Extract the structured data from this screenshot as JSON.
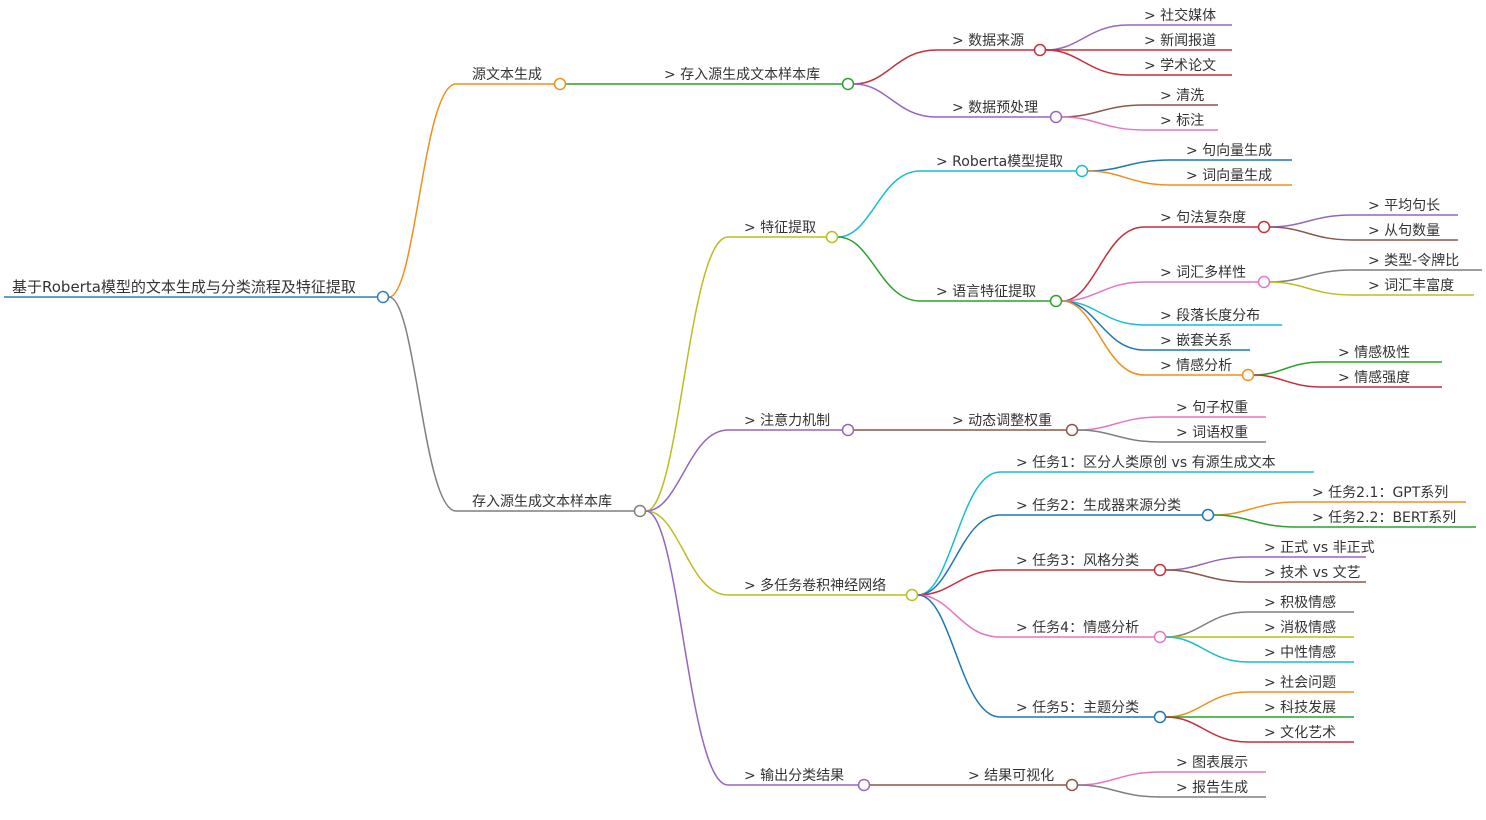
{
  "root": {
    "label": "基于Roberta模型的文本生成与分类流程及特征提取",
    "color": "#2f7fb8",
    "children": [
      {
        "label": "源文本生成",
        "color": "#f28e1e",
        "children": [
          {
            "label": "> 存入源生成文本样本库",
            "color": "#2ca02c",
            "children": [
              {
                "label": "> 数据来源",
                "color": "#c62f3b",
                "children": [
                  {
                    "label": "> 社交媒体",
                    "color": "#9467bd"
                  },
                  {
                    "label": "> 新闻报道",
                    "color": "#c62f3b"
                  },
                  {
                    "label": "> 学术论文",
                    "color": "#c62f3b"
                  }
                ]
              },
              {
                "label": "> 数据预处理",
                "color": "#9467bd",
                "children": [
                  {
                    "label": "> 清洗",
                    "color": "#8c564b"
                  },
                  {
                    "label": "> 标注",
                    "color": "#e377c2"
                  }
                ]
              }
            ]
          }
        ]
      },
      {
        "label": "存入源生成文本样本库",
        "color": "#7f7f7f",
        "children": [
          {
            "label": "> 特征提取",
            "color": "#bcbd22",
            "children": [
              {
                "label": "> Roberta模型提取",
                "color": "#17becf",
                "children": [
                  {
                    "label": "> 句向量生成",
                    "color": "#1f77b4"
                  },
                  {
                    "label": "> 词向量生成",
                    "color": "#f28e1e"
                  }
                ]
              },
              {
                "label": "> 语言特征提取",
                "color": "#2ca02c",
                "children": [
                  {
                    "label": "> 句法复杂度",
                    "color": "#c62f3b",
                    "children": [
                      {
                        "label": "> 平均句长",
                        "color": "#9467bd"
                      },
                      {
                        "label": "> 从句数量",
                        "color": "#8c564b"
                      }
                    ]
                  },
                  {
                    "label": "> 词汇多样性",
                    "color": "#e377c2",
                    "children": [
                      {
                        "label": "> 类型-令牌比",
                        "color": "#7f7f7f"
                      },
                      {
                        "label": "> 词汇丰富度",
                        "color": "#bcbd22"
                      }
                    ]
                  },
                  {
                    "label": "> 段落长度分布",
                    "color": "#17becf"
                  },
                  {
                    "label": "> 嵌套关系",
                    "color": "#1f77b4"
                  },
                  {
                    "label": "> 情感分析",
                    "color": "#f28e1e",
                    "children": [
                      {
                        "label": "> 情感极性",
                        "color": "#2ca02c"
                      },
                      {
                        "label": "> 情感强度",
                        "color": "#c62f3b"
                      }
                    ]
                  }
                ]
              }
            ]
          },
          {
            "label": "> 注意力机制",
            "color": "#9467bd",
            "children": [
              {
                "label": "> 动态调整权重",
                "color": "#8c564b",
                "children": [
                  {
                    "label": "> 句子权重",
                    "color": "#e377c2"
                  },
                  {
                    "label": "> 词语权重",
                    "color": "#7f7f7f"
                  }
                ]
              }
            ]
          },
          {
            "label": "> 多任务卷积神经网络",
            "color": "#bcbd22",
            "children": [
              {
                "label": "> 任务1：区分人类原创 vs 有源生成文本",
                "color": "#17becf"
              },
              {
                "label": "> 任务2：生成器来源分类",
                "color": "#1f77b4",
                "children": [
                  {
                    "label": "> 任务2.1：GPT系列",
                    "color": "#f28e1e"
                  },
                  {
                    "label": "> 任务2.2：BERT系列",
                    "color": "#2ca02c"
                  }
                ]
              },
              {
                "label": "> 任务3：风格分类",
                "color": "#c62f3b",
                "children": [
                  {
                    "label": "> 正式 vs 非正式",
                    "color": "#9467bd"
                  },
                  {
                    "label": "> 技术 vs 文艺",
                    "color": "#8c564b"
                  }
                ]
              },
              {
                "label": "> 任务4：情感分析",
                "color": "#e377c2",
                "children": [
                  {
                    "label": "> 积极情感",
                    "color": "#7f7f7f"
                  },
                  {
                    "label": "> 消极情感",
                    "color": "#bcbd22"
                  },
                  {
                    "label": "> 中性情感",
                    "color": "#17becf"
                  }
                ]
              },
              {
                "label": "> 任务5：主题分类",
                "color": "#1f77b4",
                "children": [
                  {
                    "label": "> 社会问题",
                    "color": "#f28e1e"
                  },
                  {
                    "label": "> 科技发展",
                    "color": "#2ca02c"
                  },
                  {
                    "label": "> 文化艺术",
                    "color": "#c62f3b"
                  }
                ]
              }
            ]
          },
          {
            "label": "> 输出分类结果",
            "color": "#9467bd",
            "children": [
              {
                "label": "> 结果可视化",
                "color": "#8c564b",
                "children": [
                  {
                    "label": "> 图表展示",
                    "color": "#e377c2"
                  },
                  {
                    "label": "> 报告生成",
                    "color": "#7f7f7f"
                  }
                ]
              }
            ]
          }
        ]
      }
    ]
  }
}
